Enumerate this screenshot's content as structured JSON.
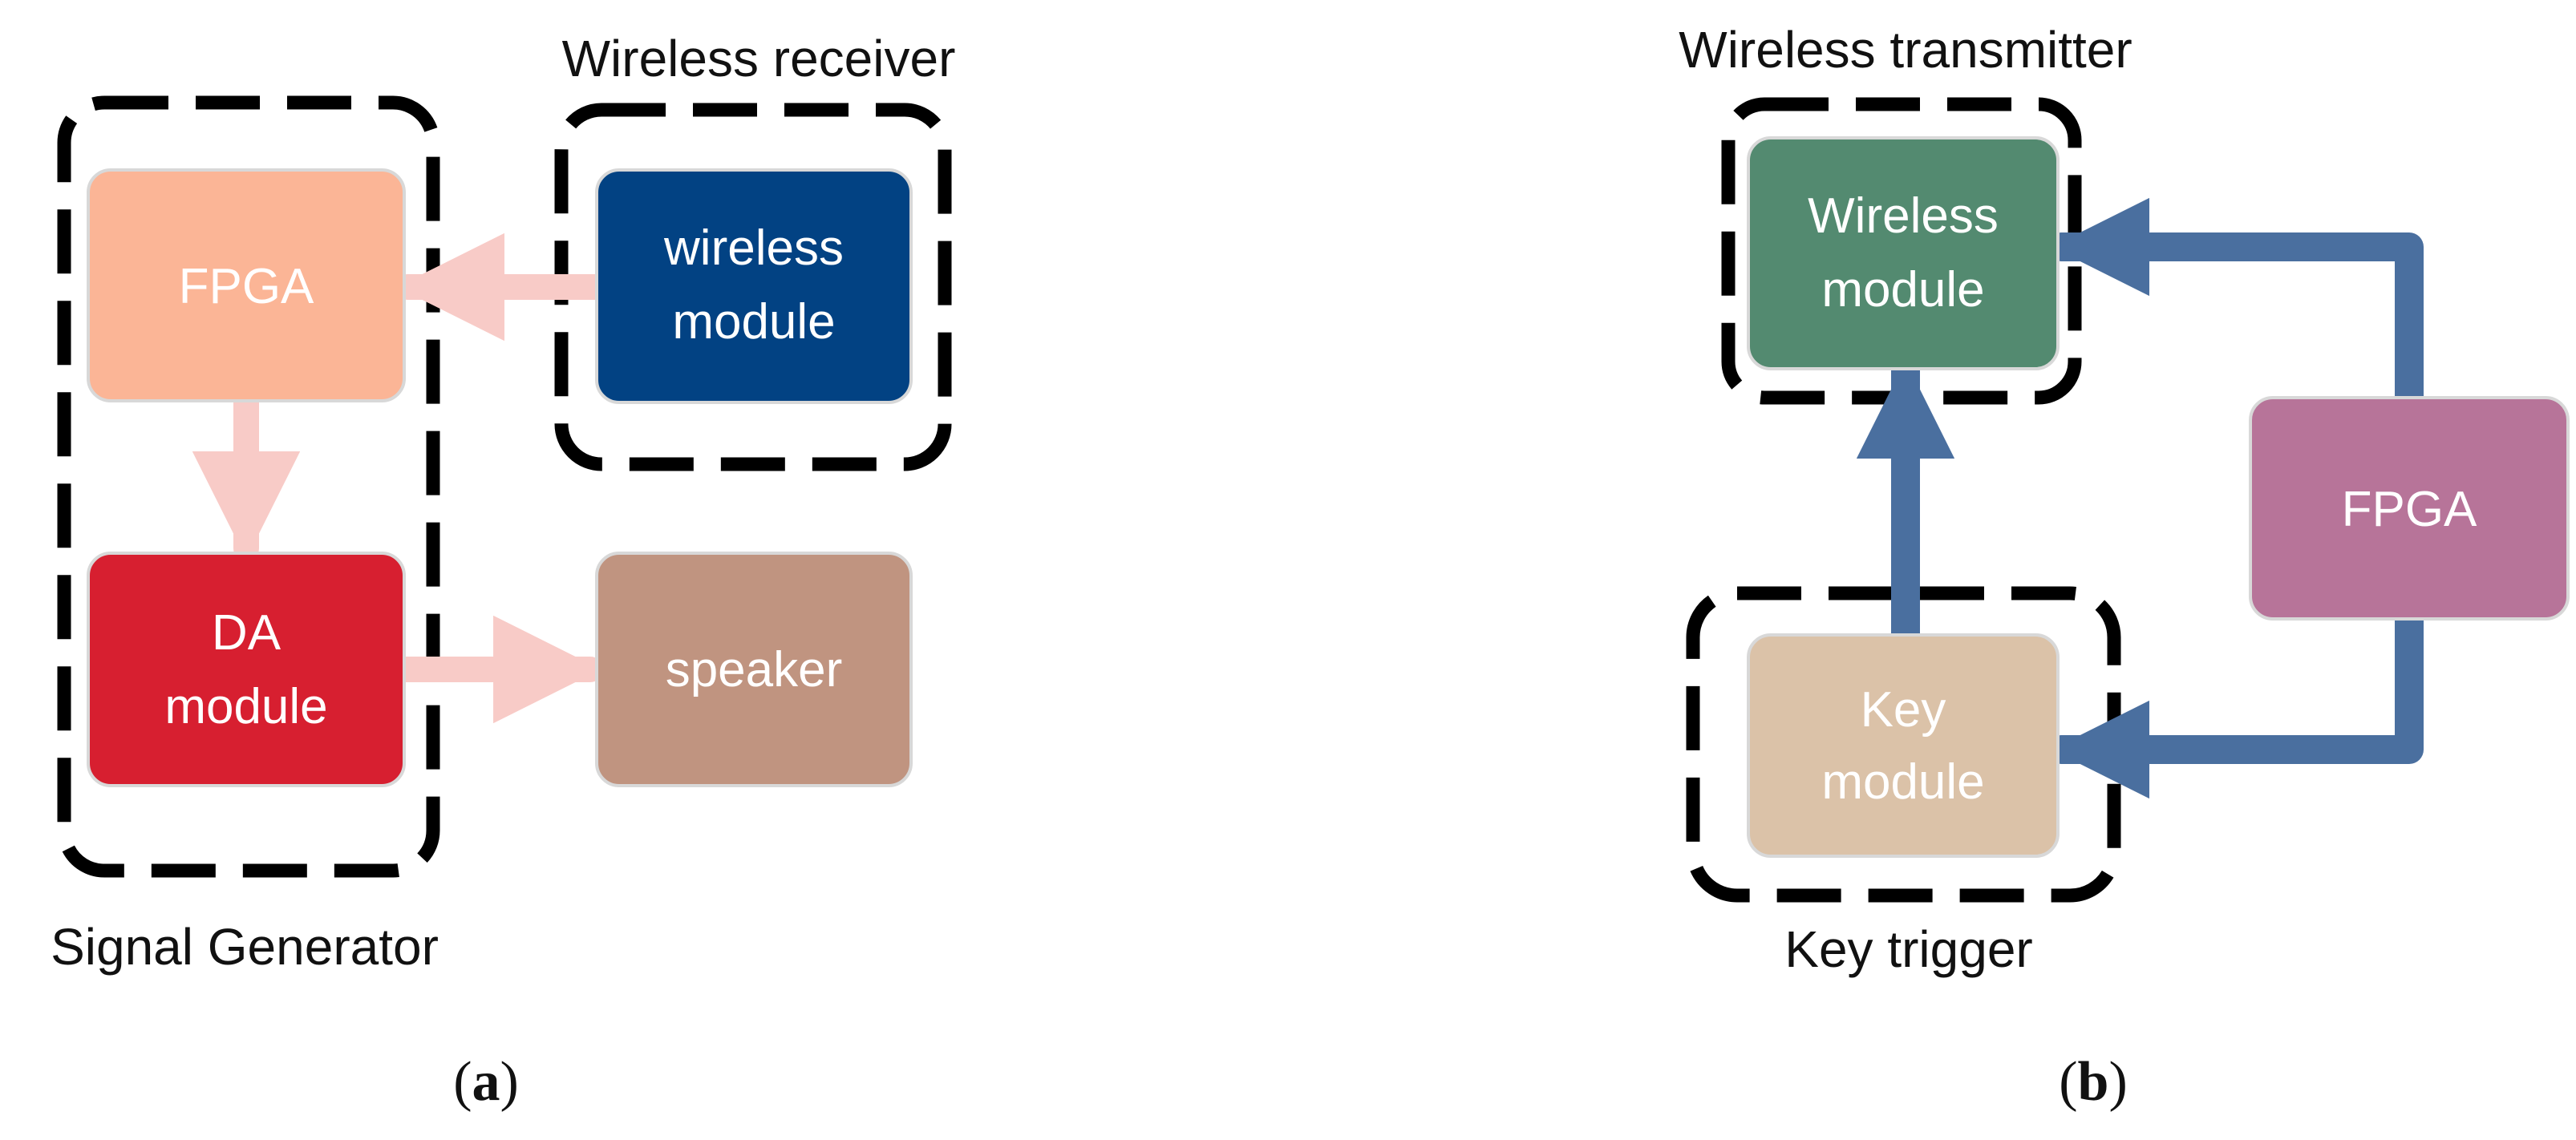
{
  "panel_a": {
    "label_open": "(",
    "label_letter": "a",
    "label_close": ")",
    "groups": {
      "signal_generator": "Signal Generator",
      "wireless_receiver": "Wireless receiver"
    },
    "boxes": {
      "fpga": {
        "lines": [
          "FPGA"
        ],
        "color": "#FBB596"
      },
      "wireless_module": {
        "lines": [
          "wireless",
          "module"
        ],
        "color": "#024283"
      },
      "da_module": {
        "lines": [
          "DA",
          "module"
        ],
        "color": "#D71F30"
      },
      "speaker": {
        "lines": [
          "speaker"
        ],
        "color": "#C09480"
      }
    },
    "arrow_color": "#F8CBC7"
  },
  "panel_b": {
    "label_open": "(",
    "label_letter": "b",
    "label_close": ")",
    "groups": {
      "wireless_transmitter": "Wireless transmitter",
      "key_trigger": "Key trigger"
    },
    "boxes": {
      "wireless_module": {
        "lines": [
          "Wireless",
          "module"
        ],
        "color": "#538A70"
      },
      "fpga": {
        "lines": [
          "FPGA"
        ],
        "color": "#B77499"
      },
      "key_module": {
        "lines": [
          "Key",
          "module"
        ],
        "color": "#DBC2A8"
      }
    },
    "arrow_color": "#4A6F9F"
  }
}
